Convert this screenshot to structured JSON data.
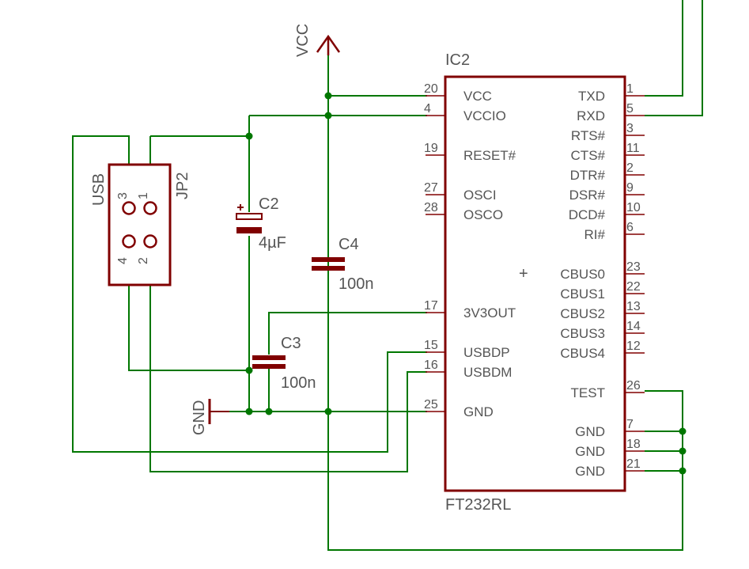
{
  "ic": {
    "name": "IC2",
    "value": "FT232RL",
    "left_pins": [
      {
        "num": "20",
        "label": "VCC"
      },
      {
        "num": "4",
        "label": "VCCIO"
      },
      {
        "num": "19",
        "label": "RESET#"
      },
      {
        "num": "27",
        "label": "OSCI"
      },
      {
        "num": "28",
        "label": "OSCO"
      },
      {
        "num": "17",
        "label": "3V3OUT"
      },
      {
        "num": "15",
        "label": "USBDP"
      },
      {
        "num": "16",
        "label": "USBDM"
      },
      {
        "num": "25",
        "label": "GND"
      }
    ],
    "right_pins": [
      {
        "num": "1",
        "label": "TXD"
      },
      {
        "num": "5",
        "label": "RXD"
      },
      {
        "num": "3",
        "label": "RTS#"
      },
      {
        "num": "11",
        "label": "CTS#"
      },
      {
        "num": "2",
        "label": "DTR#"
      },
      {
        "num": "9",
        "label": "DSR#"
      },
      {
        "num": "10",
        "label": "DCD#"
      },
      {
        "num": "6",
        "label": "RI#"
      },
      {
        "num": "23",
        "label": "CBUS0"
      },
      {
        "num": "22",
        "label": "CBUS1"
      },
      {
        "num": "13",
        "label": "CBUS2"
      },
      {
        "num": "14",
        "label": "CBUS3"
      },
      {
        "num": "12",
        "label": "CBUS4"
      },
      {
        "num": "26",
        "label": "TEST"
      },
      {
        "num": "7",
        "label": "GND"
      },
      {
        "num": "18",
        "label": "GND"
      },
      {
        "num": "21",
        "label": "GND"
      }
    ],
    "origin_mark": "+"
  },
  "capacitors": {
    "c2": {
      "name": "C2",
      "value": "4µF"
    },
    "c3": {
      "name": "C3",
      "value": "100n"
    },
    "c4": {
      "name": "C4",
      "value": "100n"
    }
  },
  "connector": {
    "name": "JP2",
    "value": "USB",
    "pins": [
      "3",
      "1",
      "4",
      "2"
    ]
  },
  "supplies": {
    "vcc": "VCC",
    "gnd": "GND"
  }
}
